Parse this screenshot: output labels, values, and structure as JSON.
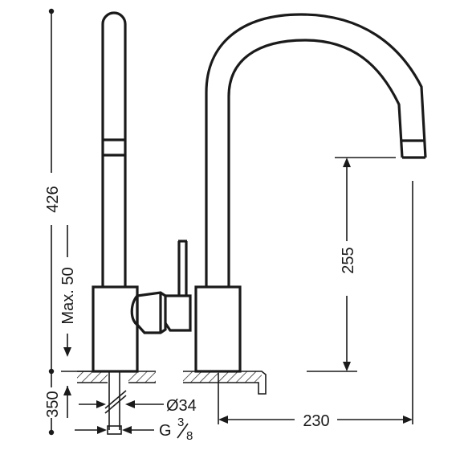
{
  "dimensions": {
    "total_height": "426",
    "max_deck_thickness": "Max. 50",
    "below_deck_length": "350",
    "spout_height": "255",
    "spout_reach": "230",
    "hole_diameter": "Ø34",
    "connection_thread": "G",
    "thread_numerator": "3",
    "thread_denominator": "8"
  },
  "colors": {
    "line": "#1a1a1a",
    "background": "#ffffff"
  }
}
